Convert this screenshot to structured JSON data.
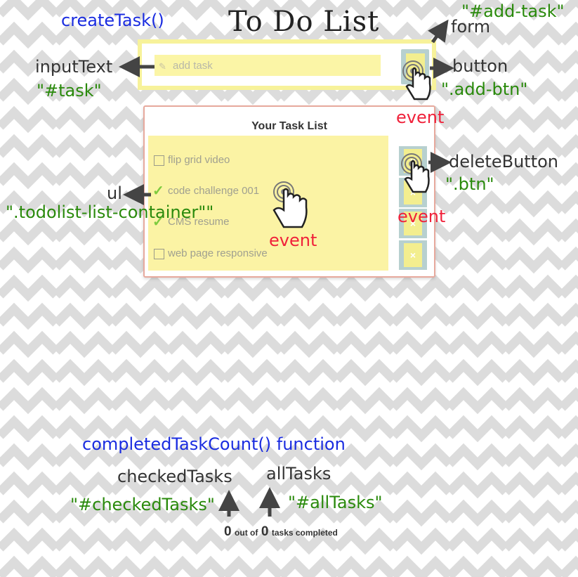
{
  "title": "To Do List",
  "form": {
    "input_placeholder": "add task",
    "pencil_icon": "pencil-icon"
  },
  "task_list": {
    "heading": "Your Task List",
    "tasks": [
      {
        "text": "flip grid video",
        "checked": false
      },
      {
        "text": "code challenge 001",
        "checked": true
      },
      {
        "text": "CMS resume",
        "checked": true
      },
      {
        "text": "web page responsive",
        "checked": false
      }
    ],
    "delete_label": "×"
  },
  "counter": {
    "checked": "0",
    "out_of": "out of",
    "all": "0",
    "suffix": "tasks completed"
  },
  "annotations": {
    "create_task": "createTask()",
    "form": "form",
    "add_task_id": "\"#add-task\"",
    "input_text": "inputText",
    "task_id": "\"#task\"",
    "button": "button",
    "add_btn_class": "\".add-btn\"",
    "event_add": "event",
    "delete_button": "deleteButton",
    "btn_class": "\".btn\"",
    "event_delete": "event",
    "ul": "ul",
    "ul_class": "\".todolist-list-container\"\"",
    "event_list": "event",
    "completed_fn": "completedTaskCount() function",
    "checked_tasks": "checkedTasks",
    "all_tasks": "allTasks",
    "checked_id": "\"#checkedTasks\"",
    "all_id": "\"#allTasks\""
  },
  "colors": {
    "annotation_blue": "#1a2ce0",
    "annotation_green": "#2a8a0c",
    "annotation_red": "#f0213a",
    "list_yellow": "#fbf3a4",
    "button_teal": "#b7d0cf",
    "check_green": "#7ecb3e"
  }
}
